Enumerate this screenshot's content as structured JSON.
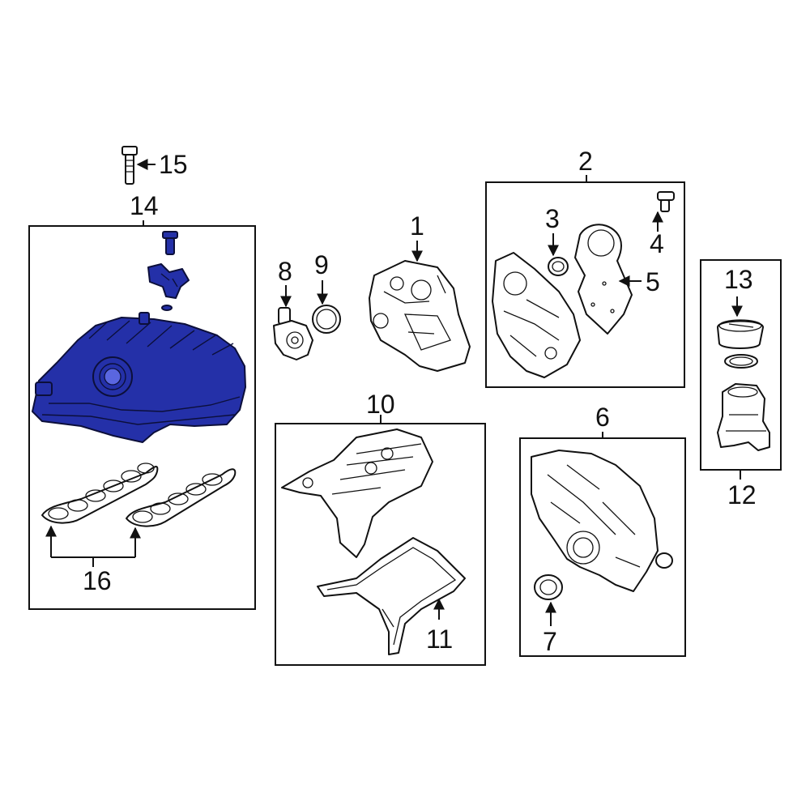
{
  "diagram": {
    "highlight_color": "#2430a8",
    "callouts": {
      "n1": "1",
      "n2": "2",
      "n3": "3",
      "n4": "4",
      "n5": "5",
      "n6": "6",
      "n7": "7",
      "n8": "8",
      "n9": "9",
      "n10": "10",
      "n11": "11",
      "n12": "12",
      "n13": "13",
      "n14": "14",
      "n15": "15",
      "n16": "16"
    }
  }
}
